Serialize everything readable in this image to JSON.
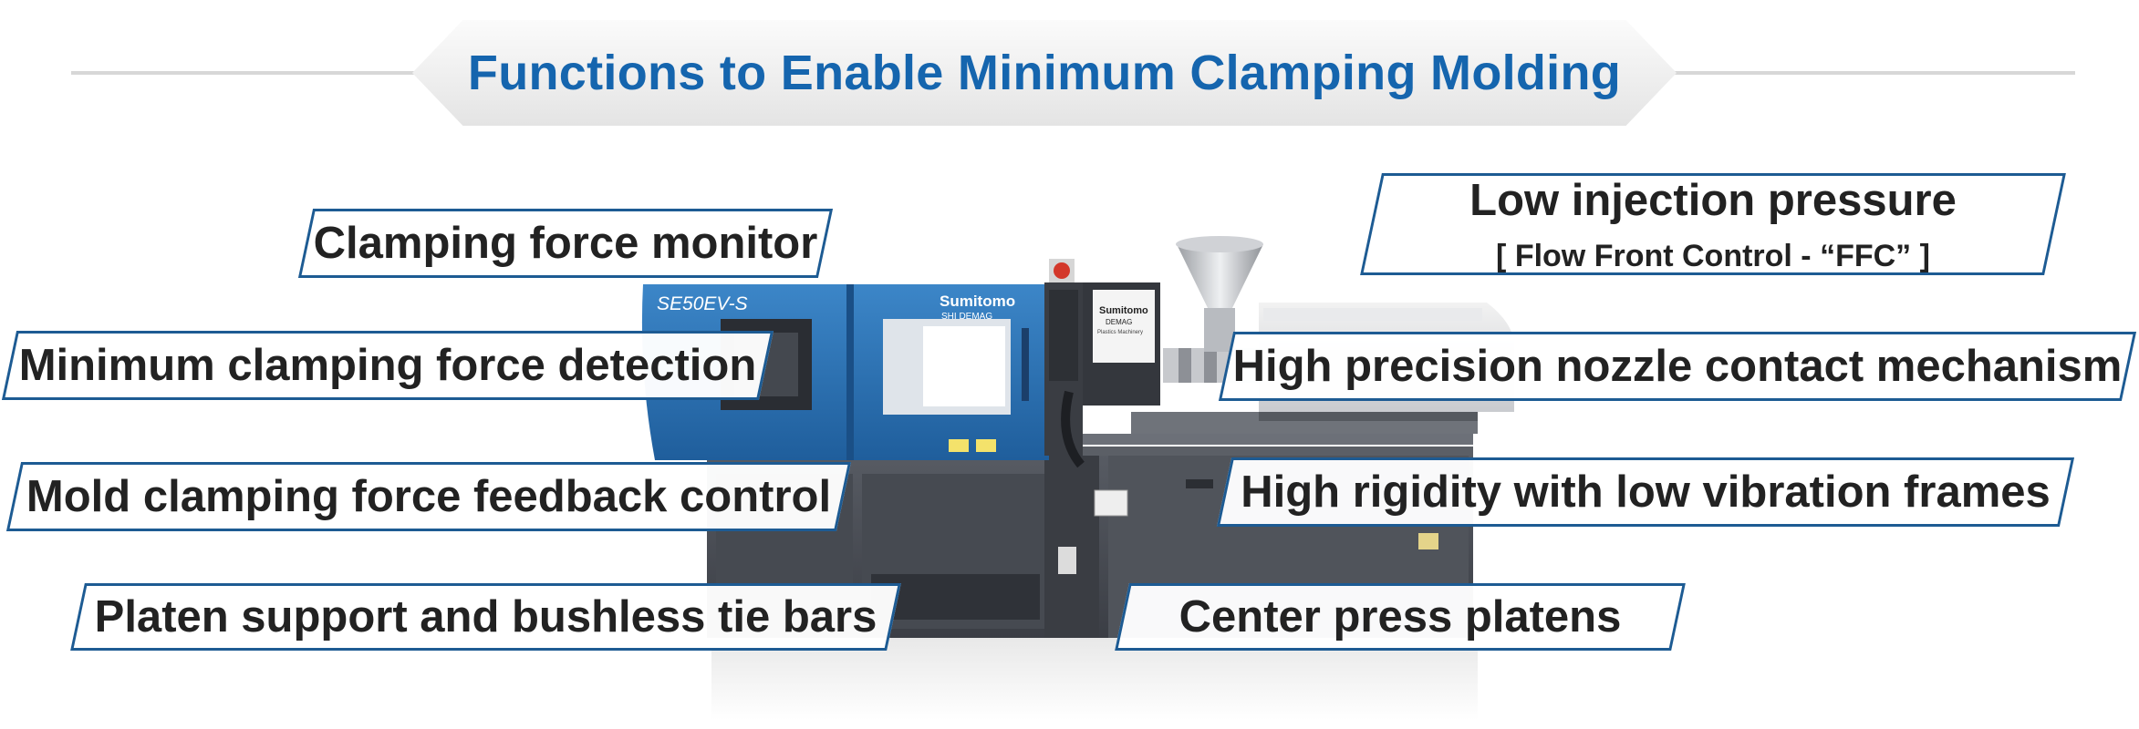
{
  "title": "Functions to Enable Minimum Clamping Molding",
  "machine": {
    "model": "SE50EV-S",
    "brand": "Sumitomo",
    "brand_sub": "SHI DEMAG",
    "screen_brand": "Sumitomo",
    "screen_brand_sub": "DEMAG",
    "screen_caption": "Plastics Machinery"
  },
  "labels": {
    "clamping_force_monitor": "Clamping force monitor",
    "minimum_clamping_force_detection": "Minimum clamping force detection",
    "mold_clamping_force_feedback_control": "Mold clamping force feedback control",
    "platen_support": "Platen support and bushless tie bars",
    "low_injection_pressure": "Low injection pressure",
    "low_injection_pressure_sub": "[ Flow Front Control - “FFC” ]",
    "nozzle_contact": "High precision nozzle contact mechanism",
    "rigidity": "High rigidity with low vibration frames",
    "center_press": "Center press platens"
  },
  "colors": {
    "title_blue": "#1565ae",
    "machine_blue": "#2a73b6",
    "frame_gray": "#4a4e56",
    "label_border": "#1d5b93",
    "label_text": "#222222"
  }
}
